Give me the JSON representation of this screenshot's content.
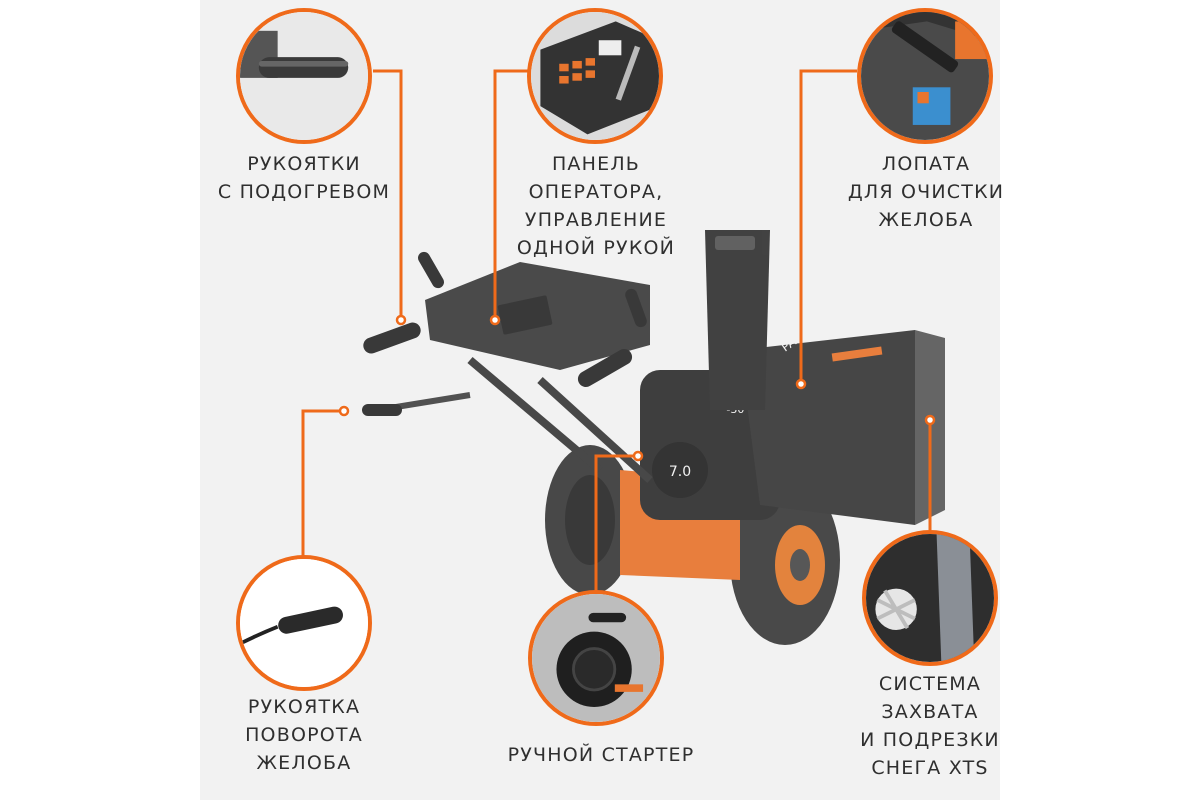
{
  "accent_color": "#ef6a1a",
  "features": {
    "heated_handles": {
      "lines": [
        "РУКОЯТКИ",
        "С ПОДОГРЕВОМ"
      ],
      "icon": "heated-handle-icon"
    },
    "operator_panel": {
      "lines": [
        "ПАНЕЛЬ",
        "ОПЕРАТОРА,",
        "УПРАВЛЕНИЕ",
        "ОДНОЙ РУКОЙ"
      ],
      "icon": "operator-panel-icon"
    },
    "chute_shovel": {
      "lines": [
        "ЛОПАТА",
        "ДЛЯ ОЧИСТКИ",
        "ЖЕЛОБА"
      ],
      "icon": "chute-shovel-icon"
    },
    "chute_crank": {
      "lines": [
        "РУКОЯТКА",
        "ПОВОРОТА",
        "ЖЕЛОБА"
      ],
      "icon": "chute-crank-icon"
    },
    "manual_starter": {
      "lines": [
        "РУЧНОЙ СТАРТЕР"
      ],
      "icon": "manual-starter-icon"
    },
    "xts_system": {
      "lines": [
        "СИСТЕМА",
        "ЗАХВАТА",
        "И ПОДРЕЗКИ",
        "СНЕГА XTS"
      ],
      "icon": "xts-auger-icon"
    }
  },
  "product": {
    "brand_marks": [
      "PATRIOT",
      "7.0",
      "-30°C"
    ]
  }
}
